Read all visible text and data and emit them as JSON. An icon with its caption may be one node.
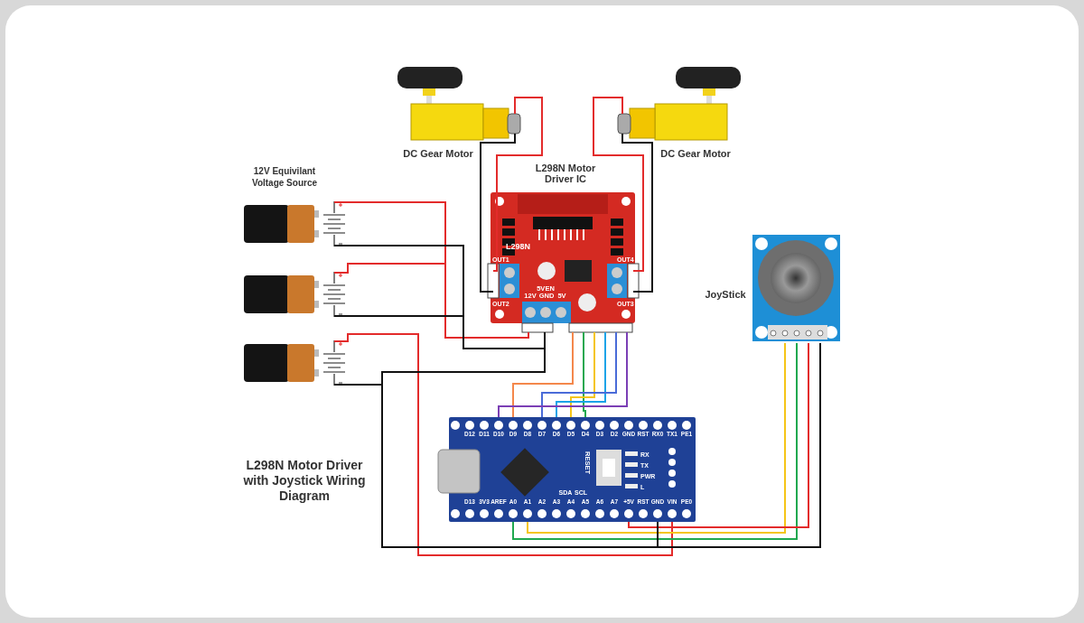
{
  "diagram": {
    "title": "L298N Motor Driver with Joystick Wiring Diagram",
    "nodes": [
      {
        "text": [
          "DC Gear Motor"
        ]
      },
      {
        "text": [
          "DC Gear Motor"
        ]
      },
      {
        "text": [
          "L298N Motor Driver IC"
        ]
      },
      {
        "text": [],
        "shape": "picture"
      },
      {
        "text": [],
        "shape": "picture"
      },
      {
        "text": [],
        "shape": "picture"
      },
      {
        "text": [
          "JoyStick"
        ]
      },
      {
        "text": [],
        "shape": "picture"
      }
    ],
    "edges": [
      {
        "from": 0,
        "to": 2,
        "arrow": "none",
        "color": "#e32b2b"
      },
      {
        "from": 0,
        "to": 2,
        "arrow": "none"
      },
      {
        "from": 1,
        "to": 2,
        "arrow": "none",
        "color": "#e32b2b"
      },
      {
        "from": 1,
        "to": 2,
        "arrow": "none"
      },
      {
        "from": 3,
        "to": 2,
        "arrow": "none",
        "color": "#e32b2b"
      },
      {
        "from": 3,
        "to": 2,
        "arrow": "none"
      },
      {
        "from": 4,
        "to": 2,
        "arrow": "none",
        "color": "#e32b2b"
      },
      {
        "from": 4,
        "to": 2,
        "arrow": "none"
      },
      {
        "from": 5,
        "to": 7,
        "arrow": "none",
        "color": "#e32b2b"
      },
      {
        "from": 5,
        "to": 7,
        "arrow": "none"
      },
      {
        "from": 2,
        "to": 7,
        "arrow": "none"
      },
      {
        "from": 2,
        "to": 7,
        "arrow": "none",
        "color": "#f4874b"
      },
      {
        "from": 2,
        "to": 7,
        "arrow": "none",
        "color": "#1fa84f"
      },
      {
        "from": 2,
        "to": 7,
        "arrow": "none",
        "color": "#f5c518"
      },
      {
        "from": 2,
        "to": 7,
        "arrow": "none",
        "color": "#1aa3e8"
      },
      {
        "from": 2,
        "to": 7,
        "arrow": "none",
        "color": "#4a6bd8"
      },
      {
        "from": 2,
        "to": 7,
        "arrow": "none",
        "color": "#7b3fb5"
      },
      {
        "from": 6,
        "to": 7,
        "arrow": "none",
        "color": "#f5c518"
      },
      {
        "from": 6,
        "to": 7,
        "arrow": "none",
        "color": "#1fa84f"
      },
      {
        "from": 6,
        "to": 7,
        "arrow": "none",
        "color": "#e32b2b"
      },
      {
        "from": 6,
        "to": 7,
        "arrow": "none"
      }
    ],
    "labels": [
      "12V Equivilant Voltage Source",
      "L298N",
      "OUT1",
      "OUT4",
      "5VEN",
      "OUT2",
      "12V",
      "GND",
      "5V",
      "OUT3",
      "D12",
      "D11",
      "D10",
      "D9",
      "D8",
      "D7",
      "D6",
      "D5",
      "D4",
      "D3",
      "D2",
      "GND",
      "RST",
      "RX0",
      "TX1",
      "PE1",
      "RX",
      "TX",
      "PWR",
      "L",
      "RESET",
      "SDA",
      "SCL",
      "D13",
      "3V3",
      "AREF",
      "A0",
      "A1",
      "A2",
      "A3",
      "A4",
      "A5",
      "A6",
      "A7",
      "+5V",
      "RST",
      "GND",
      "VIN",
      "PE0"
    ]
  }
}
